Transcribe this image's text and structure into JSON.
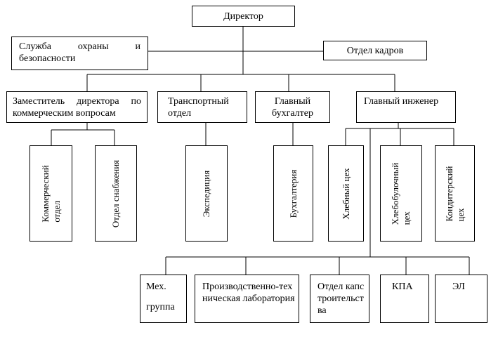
{
  "director": "Директор",
  "security": "Служба охраны и безопасности",
  "hr": "Отдел кадров",
  "deputy": "Заместитель директора по коммерческим вопросам",
  "transport": "Транспортный отдел",
  "accountant": "Главный бухгалтер",
  "engineer": "Главный инженер",
  "commercial": [
    "Коммерческий",
    "отдел"
  ],
  "supply": "Отдел снабжения",
  "expedition": "Экспедиция",
  "accounting": "Бухгалтерия",
  "bread_shop": "Хлебный цех",
  "bakery_shop": [
    "Хлебобулочный",
    "цех"
  ],
  "confectionery": [
    "Кондитерский",
    "цех"
  ],
  "mech_group": [
    "Мех.",
    "группа"
  ],
  "lab": "Производственно-техническая лаборатория",
  "construction": "Отдел капстроительства",
  "kpa": "КПА",
  "el": "ЭЛ"
}
